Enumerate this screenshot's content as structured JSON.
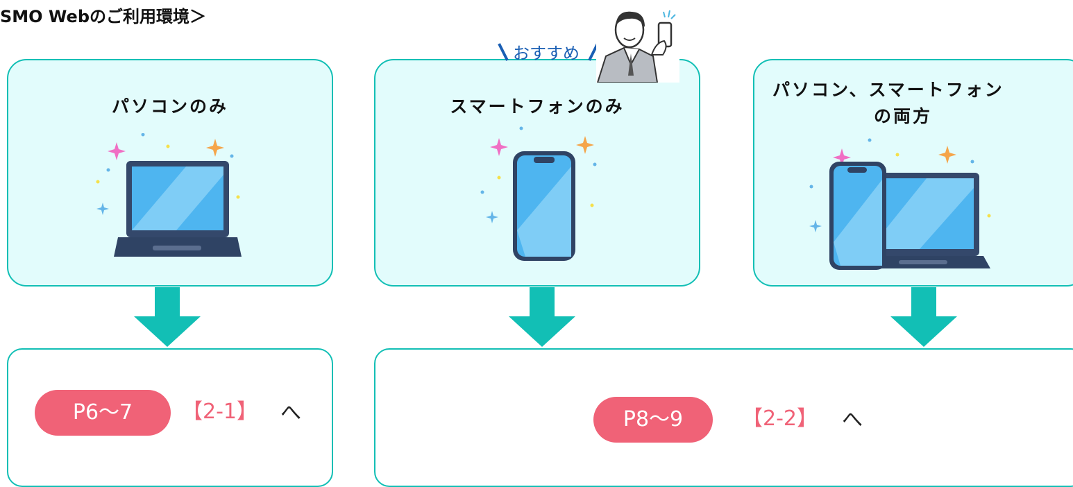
{
  "header": {
    "title": "SMO Webのご利用環境＞"
  },
  "cards": [
    {
      "title": "パソコンのみ"
    },
    {
      "title": "スマートフォンのみ"
    },
    {
      "title_line1": "パソコン、スマートフォン",
      "title_line2": "の両方"
    }
  ],
  "recommend": {
    "label": "おすすめ"
  },
  "results": [
    {
      "pages": "P6〜7",
      "section": "【2-1】",
      "suffix": "へ"
    },
    {
      "pages": "P8〜9",
      "section": "【2-2】",
      "suffix": "へ"
    }
  ],
  "colors": {
    "accent": "#12bfb5",
    "card_bg": "#e2fcfc",
    "pill": "#f06277",
    "badge_text": "#1a5fb4"
  },
  "icons": [
    "laptop-icon",
    "smartphone-icon",
    "laptop-and-phone-icon",
    "businessman-with-phone-icon",
    "sparkle-icon",
    "arrow-down-icon"
  ]
}
